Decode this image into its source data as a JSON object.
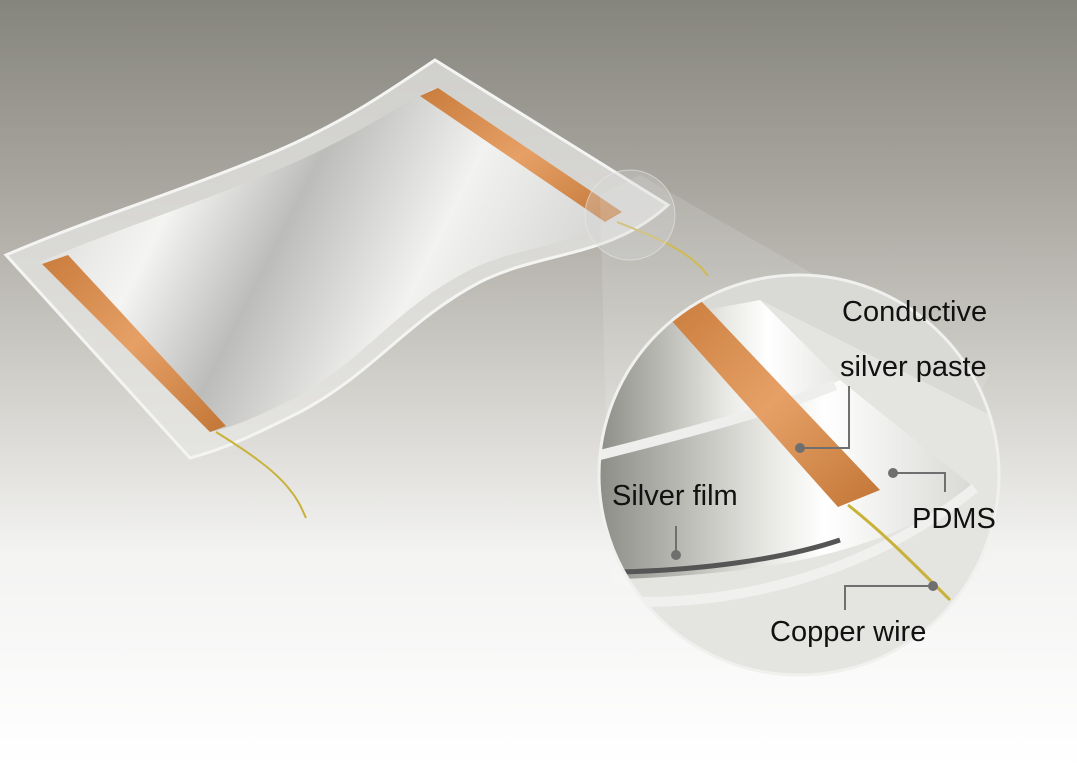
{
  "labels": {
    "conductive_line1": "Conductive",
    "conductive_line2": "silver paste",
    "silver_film": "Silver film",
    "pdms": "PDMS",
    "copper_wire": "Copper wire"
  },
  "colors": {
    "copper": "#d0894a",
    "wire": "#c9b23a",
    "leader": "#6f6f6f"
  }
}
